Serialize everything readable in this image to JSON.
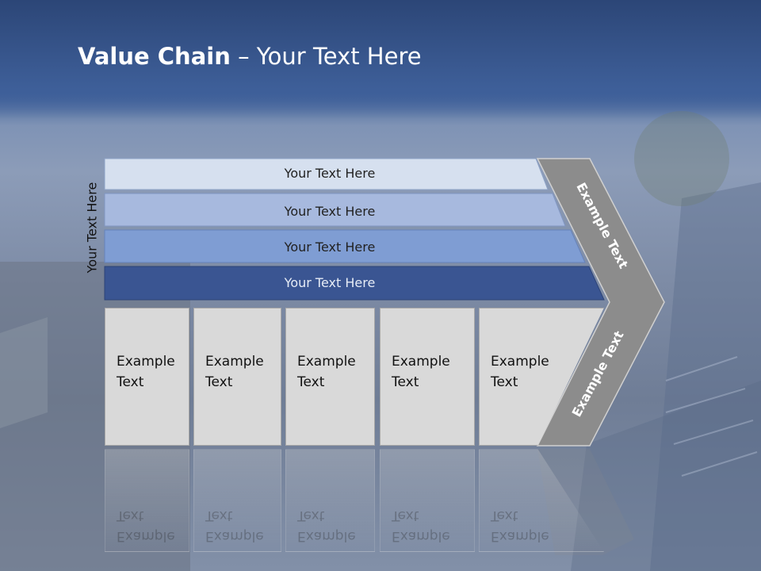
{
  "title": {
    "bold": "Value Chain",
    "rest": " – Your Text Here"
  },
  "side_label": "Your Text Here",
  "bars": [
    {
      "label": "Your Text Here"
    },
    {
      "label": "Your Text Here"
    },
    {
      "label": "Your Text Here"
    },
    {
      "label": "Your Text Here"
    }
  ],
  "chevron": {
    "upper_text": "Example Text",
    "lower_text": "Example Text"
  },
  "boxes": [
    {
      "line1": "Example",
      "line2": "Text"
    },
    {
      "line1": "Example",
      "line2": "Text"
    },
    {
      "line1": "Example",
      "line2": "Text"
    },
    {
      "line1": "Example",
      "line2": "Text"
    },
    {
      "line1": "Example",
      "line2": "Text"
    }
  ],
  "colors": {
    "bar1": "#d6e0ef",
    "bar2": "#a7b9de",
    "bar3": "#7f9dd3",
    "bar4": "#3a5592",
    "chevron": "#8c8c8c",
    "box": "#d9d9d9",
    "title_bar": "#3b5a93"
  }
}
